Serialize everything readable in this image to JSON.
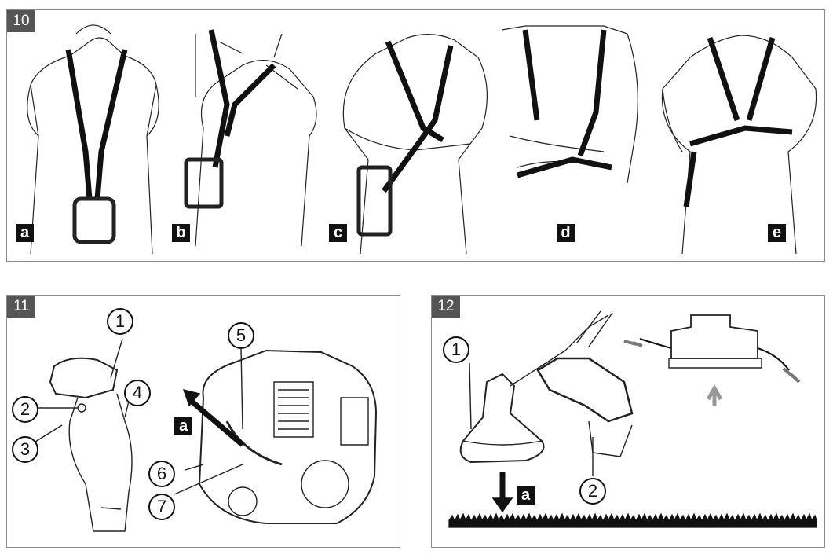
{
  "figure10": {
    "number": "10",
    "steps": [
      "a",
      "b",
      "c",
      "d",
      "e"
    ]
  },
  "figure11": {
    "number": "11",
    "callouts": [
      "1",
      "2",
      "3",
      "4",
      "5",
      "6",
      "7"
    ],
    "arrow_label": "a"
  },
  "figure12": {
    "number": "12",
    "callouts": [
      "1",
      "2"
    ],
    "arrow_label": "a"
  },
  "icons": [
    "harness-illustration",
    "throttle-handle-illustration",
    "engine-illustration",
    "trimmer-head-illustration",
    "spool-illustration"
  ]
}
